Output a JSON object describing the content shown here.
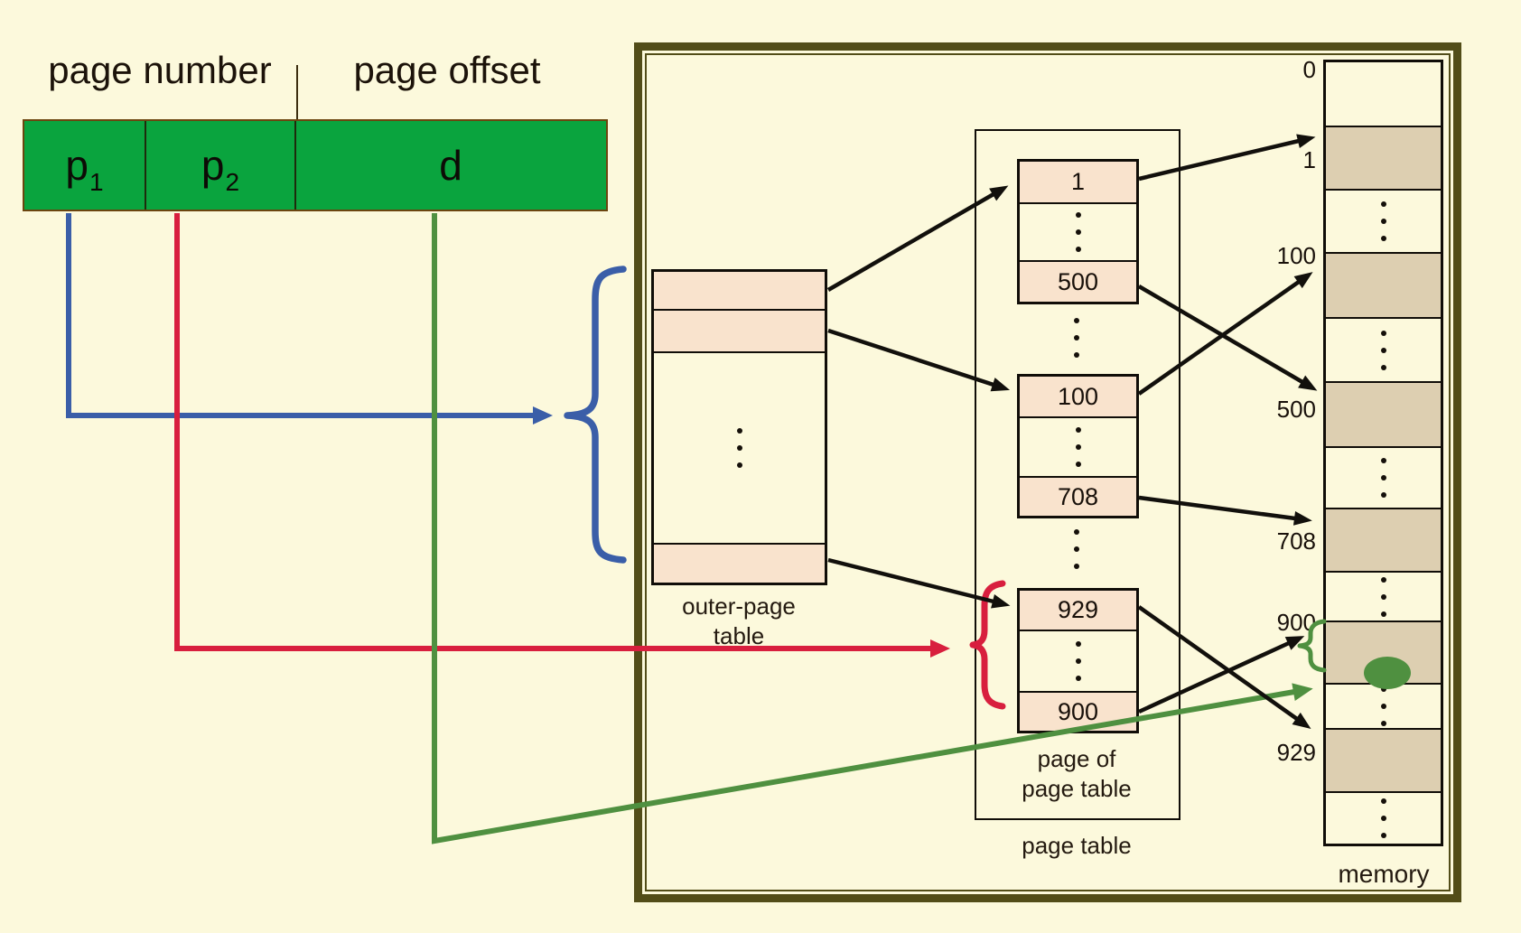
{
  "header": {
    "page_number": "page number",
    "page_offset": "page offset"
  },
  "address_bar": {
    "cells": [
      {
        "base": "p",
        "sub": "1"
      },
      {
        "base": "p",
        "sub": "2"
      },
      {
        "base": "d",
        "sub": ""
      }
    ]
  },
  "outer_page_table": {
    "caption_line1": "outer-page",
    "caption_line2": "table"
  },
  "page_table": {
    "groups": [
      {
        "first": "1",
        "last": "500"
      },
      {
        "first": "100",
        "last": "708"
      },
      {
        "first": "929",
        "last": "900"
      }
    ],
    "caption_line1": "page of",
    "caption_line2": "page table",
    "caption": "page table"
  },
  "memory": {
    "caption": "memory",
    "frame_labels": [
      "0",
      "1",
      "100",
      "500",
      "708",
      "900",
      "929"
    ]
  },
  "colors": {
    "cream": "#fcf9dc",
    "bar_green": "#0aa43e",
    "peach": "#f9e3cd",
    "tan": "#ddcfb1",
    "olive": "#524d18",
    "blue": "#3a5ea8",
    "red": "#d81f3e",
    "line_green": "#4f9040",
    "ink": "#1c130a"
  }
}
